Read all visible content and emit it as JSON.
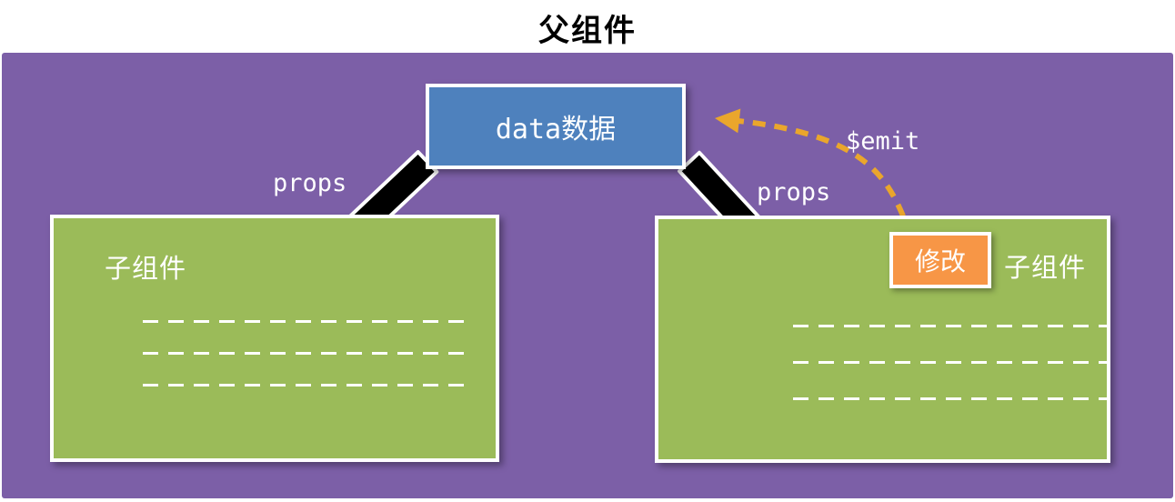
{
  "title": "父组件",
  "parent": {
    "data_box_label": "data数据"
  },
  "children": {
    "left": {
      "label": "子组件"
    },
    "right": {
      "label": "子组件",
      "modify_label": "修改"
    }
  },
  "labels": {
    "props_left": "props",
    "props_right": "props",
    "emit": "$emit"
  },
  "colors": {
    "background_panel": "#7C5FA7",
    "data_box": "#4E81BD",
    "child_box": "#9BBB59",
    "modify_box": "#F79646",
    "props_arrow": "#000000",
    "emit_arrow": "#EAA62C",
    "box_border": "#FFFFFF"
  }
}
